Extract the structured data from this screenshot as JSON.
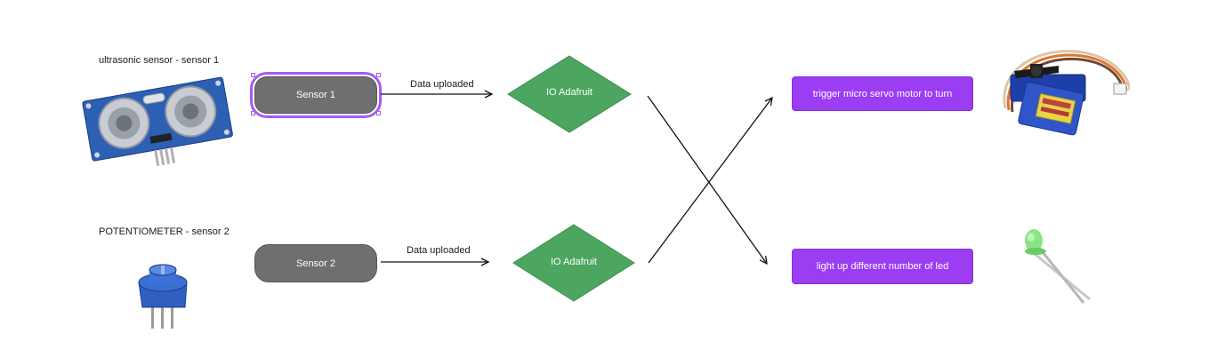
{
  "sensors": [
    {
      "title": "ultrasonic sensor - sensor 1",
      "node": "Sensor 1",
      "image": "ultrasonic-sensor-image"
    },
    {
      "title": "POTENTIOMETER - sensor 2",
      "node": "Sensor 2",
      "image": "potentiometer-image"
    }
  ],
  "edges": {
    "upload_label_1": "Data uploaded",
    "upload_label_2": "Data uploaded"
  },
  "hubs": [
    {
      "label": "IO Adafruit"
    },
    {
      "label": "IO Adafruit"
    }
  ],
  "actions": [
    {
      "label": "trigger micro servo motor to turn",
      "image": "servo-motor-image"
    },
    {
      "label": "light up different number of led",
      "image": "led-image"
    }
  ],
  "colors": {
    "sensor_node": "#6f6f6f",
    "hub": "#4ca65f",
    "action": "#9b3df3",
    "selection": "#a35cf0"
  }
}
